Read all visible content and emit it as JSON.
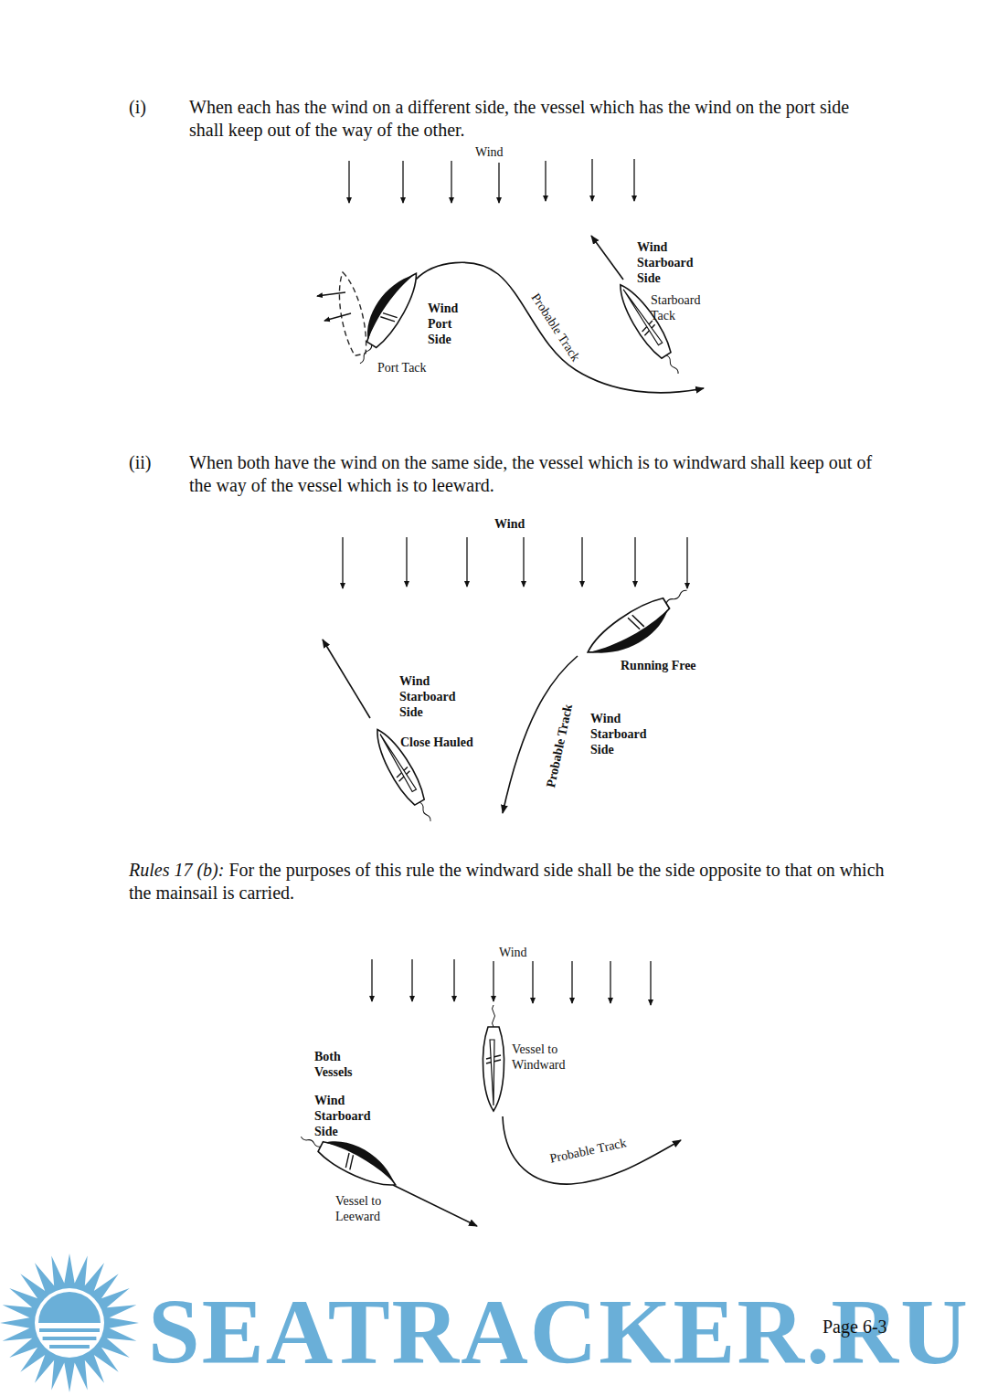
{
  "diagram": {
    "labels": [
      "(i)",
      "When each has the wind on a different side, the vessel which has the wind on the port side shall keep out of the way of the other.",
      "Wind",
      "Wind Starboard Side",
      "Starboard Tack",
      "Wind Port Side",
      "Port Tack",
      "Probable Track",
      "(ii)",
      "When both have the wind on the same side, the vessel which is to windward shall keep out of the way of the vessel which is to leeward.",
      "Wind",
      "Running Free",
      "Wind Starboard Side",
      "Close Hauled",
      "Wind Starboard Side",
      "Probable Track",
      "Rules 17 (b):",
      "For the purposes of this rule the windward side shall be the side opposite to that on which the mainsail is carried.",
      "Wind",
      "Both Vessels",
      "Wind Starboard Side",
      "Vessel to Windward",
      "Probable Track",
      "Vessel to Leeward",
      "SEATRACKER.RU",
      "Page 6-3"
    ]
  }
}
